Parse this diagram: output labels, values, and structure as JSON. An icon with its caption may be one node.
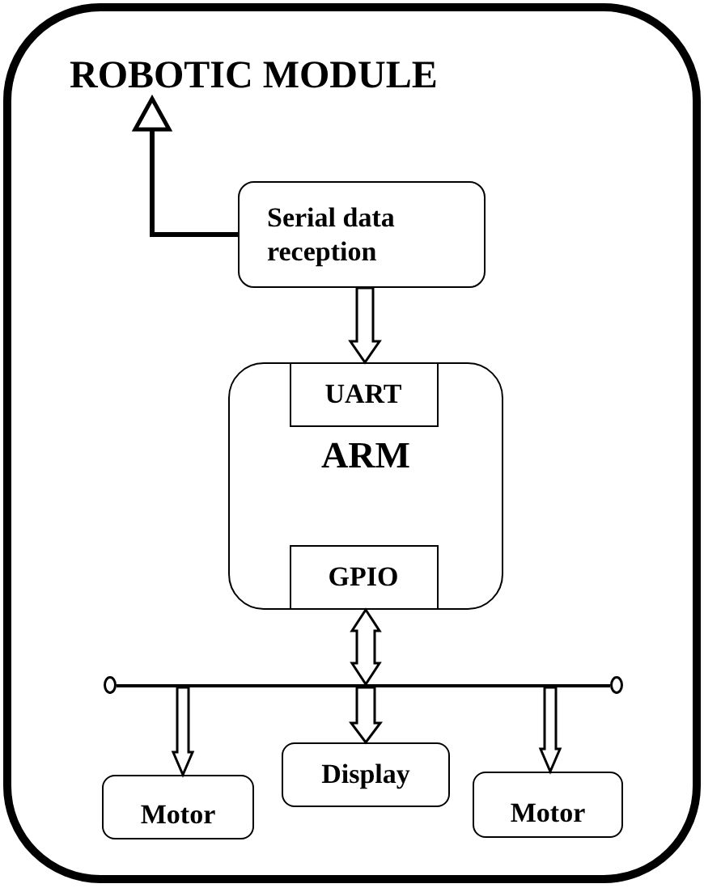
{
  "diagram": {
    "nodes": [
      {
        "text": [
          "ROBOTIC MODULE"
        ]
      },
      {
        "text": [
          "Serial data reception"
        ]
      },
      {
        "text": [
          "ARM"
        ]
      },
      {
        "text": [
          "UART"
        ],
        "in": 2
      },
      {
        "text": [
          "GPIO"
        ],
        "in": 2
      },
      {
        "text": [],
        "shape": "line"
      },
      {
        "text": [
          "Motor"
        ]
      },
      {
        "text": [
          "Display"
        ]
      },
      {
        "text": [
          "Motor"
        ]
      }
    ],
    "edges": [
      {
        "from": 1,
        "to": 0,
        "arrow": "to"
      },
      {
        "from": 1,
        "to": 3,
        "arrow": "to",
        "style": "thick"
      },
      {
        "from": 4,
        "to": 5,
        "arrow": "both",
        "style": "thick"
      },
      {
        "from": 5,
        "to": 6,
        "arrow": "to",
        "style": "thick"
      },
      {
        "from": 5,
        "to": 7,
        "arrow": "to",
        "style": "thick"
      },
      {
        "from": 5,
        "to": 8,
        "arrow": "to",
        "style": "thick"
      }
    ]
  }
}
